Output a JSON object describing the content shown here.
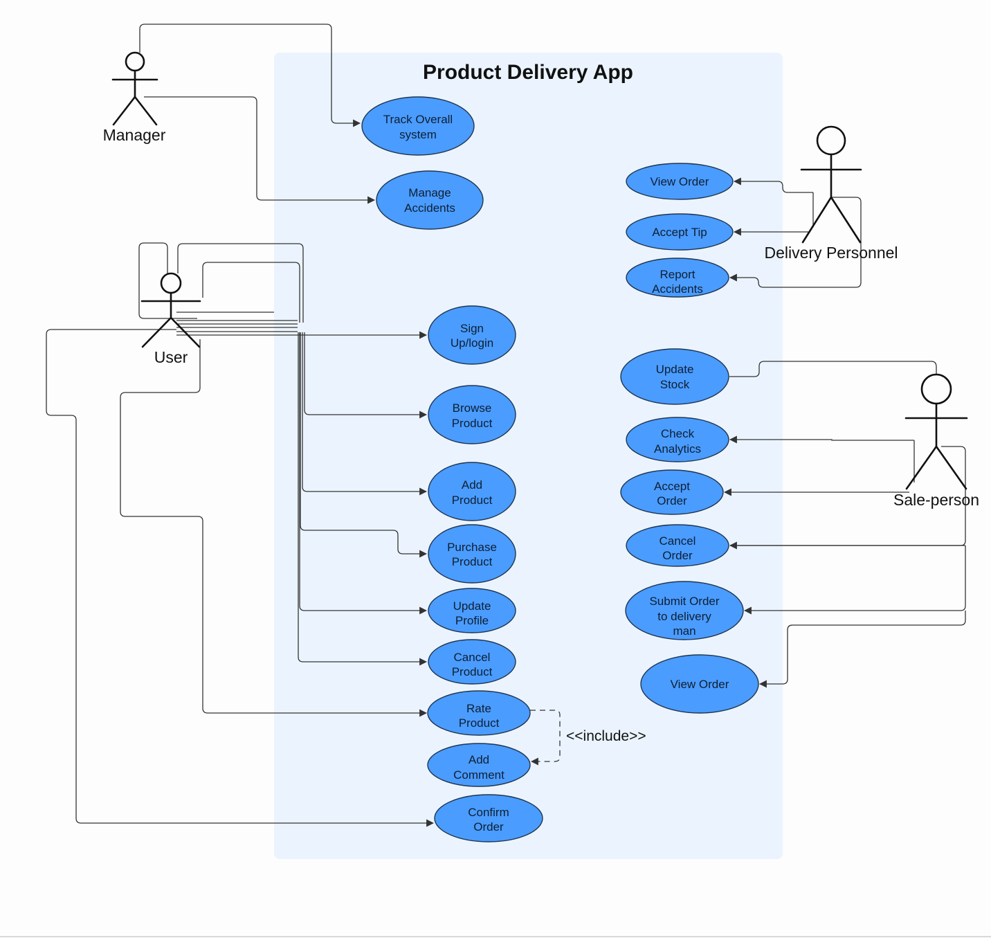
{
  "diagram": {
    "title": "Product Delivery App",
    "actors": {
      "manager": "Manager",
      "user": "User",
      "delivery": "Delivery Personnel",
      "sales": "Sale-person"
    },
    "use_cases": {
      "track_overall": [
        "Track Overall",
        "system"
      ],
      "manage_accidents": [
        "Manage",
        "Accidents"
      ],
      "sign_up": [
        "Sign",
        "Up/login"
      ],
      "browse_product": [
        "Browse",
        "Product"
      ],
      "add_product": [
        "Add",
        "Product"
      ],
      "purchase_product": [
        "Purchase",
        "Product"
      ],
      "update_profile": [
        "Update",
        "Profile"
      ],
      "cancel_product": [
        "Cancel",
        "Product"
      ],
      "rate_product": [
        "Rate",
        "Product"
      ],
      "add_comment": [
        "Add",
        "Comment"
      ],
      "confirm_order": [
        "Confirm",
        "Order"
      ],
      "view_order_delivery": [
        "View Order"
      ],
      "accept_tip": [
        "Accept Tip"
      ],
      "report_accidents": [
        "Report",
        "Accidents"
      ],
      "update_stock": [
        "Update",
        "Stock"
      ],
      "check_analytics": [
        "Check",
        "Analytics"
      ],
      "accept_order": [
        "Accept",
        "Order"
      ],
      "cancel_order": [
        "Cancel",
        "Order"
      ],
      "submit_order": [
        "Submit Order",
        "to delivery",
        "man"
      ],
      "view_order_sales": [
        "View Order"
      ]
    },
    "include_label": "<<include>>",
    "colors": {
      "boundary_fill": "#ebf4fe",
      "use_case_fill": "#4a9cff",
      "use_case_stroke": "#1f3550",
      "connector": "#333333"
    }
  }
}
